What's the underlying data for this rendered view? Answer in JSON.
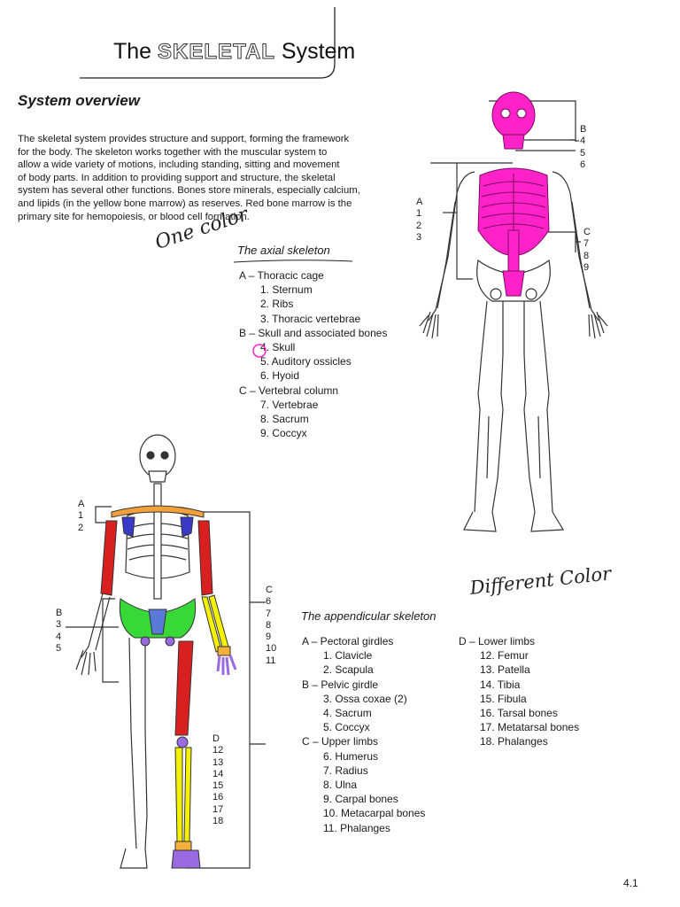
{
  "title": {
    "pre": "The",
    "word": "SKELETAL",
    "post": "System"
  },
  "overview_heading": "System overview",
  "paragraph_lines": [
    "The skeletal system provides structure and support, forming the framework",
    "for the body. The skeleton works together with the muscular system to",
    "allow a wide variety of motions, including standing, sitting and movement",
    "of body parts. In addition to providing support and structure, the skeletal",
    "system has several other functions. Bones store minerals, especially calcium,",
    "and lipids (in the yellow bone marrow) as reserves. Red bone marrow is the",
    "primary site for hemopoiesis, or blood cell formation."
  ],
  "handwriting": {
    "one_color": "One color",
    "different_color": "Different Color"
  },
  "axial": {
    "heading": "The axial skeleton",
    "items": [
      {
        "text": "A – Thoracic cage",
        "sub": false
      },
      {
        "text": "1. Sternum",
        "sub": true
      },
      {
        "text": "2. Ribs",
        "sub": true
      },
      {
        "text": "3. Thoracic vertebrae",
        "sub": true
      },
      {
        "text": "B – Skull and associated bones",
        "sub": false
      },
      {
        "text": "4. Skull",
        "sub": true
      },
      {
        "text": "5. Auditory ossicles",
        "sub": true
      },
      {
        "text": "6. Hyoid",
        "sub": true
      },
      {
        "text": "C – Vertebral column",
        "sub": false
      },
      {
        "text": "7. Vertebrae",
        "sub": true
      },
      {
        "text": "8. Sacrum",
        "sub": true
      },
      {
        "text": "9. Coccyx",
        "sub": true
      }
    ]
  },
  "appendicular": {
    "heading": "The appendicular skeleton",
    "col1": [
      {
        "text": "A – Pectoral girdles",
        "sub": false
      },
      {
        "text": "1. Clavicle",
        "sub": true
      },
      {
        "text": "2. Scapula",
        "sub": true
      },
      {
        "text": "B – Pelvic girdle",
        "sub": false
      },
      {
        "text": "3. Ossa coxae (2)",
        "sub": true
      },
      {
        "text": "4. Sacrum",
        "sub": true
      },
      {
        "text": "5. Coccyx",
        "sub": true
      },
      {
        "text": "C – Upper limbs",
        "sub": false
      },
      {
        "text": "6. Humerus",
        "sub": true
      },
      {
        "text": "7. Radius",
        "sub": true
      },
      {
        "text": "8. Ulna",
        "sub": true
      },
      {
        "text": "9. Carpal bones",
        "sub": true
      },
      {
        "text": "10. Metacarpal bones",
        "sub": true
      },
      {
        "text": "11. Phalanges",
        "sub": true
      }
    ],
    "col2": [
      {
        "text": "D – Lower limbs",
        "sub": false
      },
      {
        "text": "12. Femur",
        "sub": true
      },
      {
        "text": "13. Patella",
        "sub": true
      },
      {
        "text": "14. Tibia",
        "sub": true
      },
      {
        "text": "15. Fibula",
        "sub": true
      },
      {
        "text": "16. Tarsal bones",
        "sub": true
      },
      {
        "text": "17. Metatarsal bones",
        "sub": true
      },
      {
        "text": "18. Phalanges",
        "sub": true
      }
    ]
  },
  "axial_figure_labels": {
    "left": [
      "A",
      "1",
      "2",
      "3"
    ],
    "right_top": [
      "B",
      "4",
      "5",
      "6"
    ],
    "right_bottom": [
      "C",
      "7",
      "8",
      "9"
    ]
  },
  "appendicular_figure_labels": {
    "left_top": [
      "A",
      "1",
      "2"
    ],
    "left_mid": [
      "B",
      "3",
      "4",
      "5"
    ],
    "right_mid": [
      "C",
      "6",
      "7",
      "8",
      "9",
      "10",
      "11"
    ],
    "right_bottom": [
      "D",
      "12",
      "13",
      "14",
      "15",
      "16",
      "17",
      "18"
    ]
  },
  "page_number": "4.1",
  "colors": {
    "axial_highlight": "#ff22c8",
    "clavicle": "#f2a03a",
    "scapula": "#3a3ac8",
    "humerus_femur": "#d82020",
    "radius_ulna_tibia": "#f3f000",
    "pelvis": "#38d838",
    "sacrum": "#5b7ad8",
    "coccyx_phalanges": "#9a6be0",
    "carpal": "#f3b03a"
  }
}
